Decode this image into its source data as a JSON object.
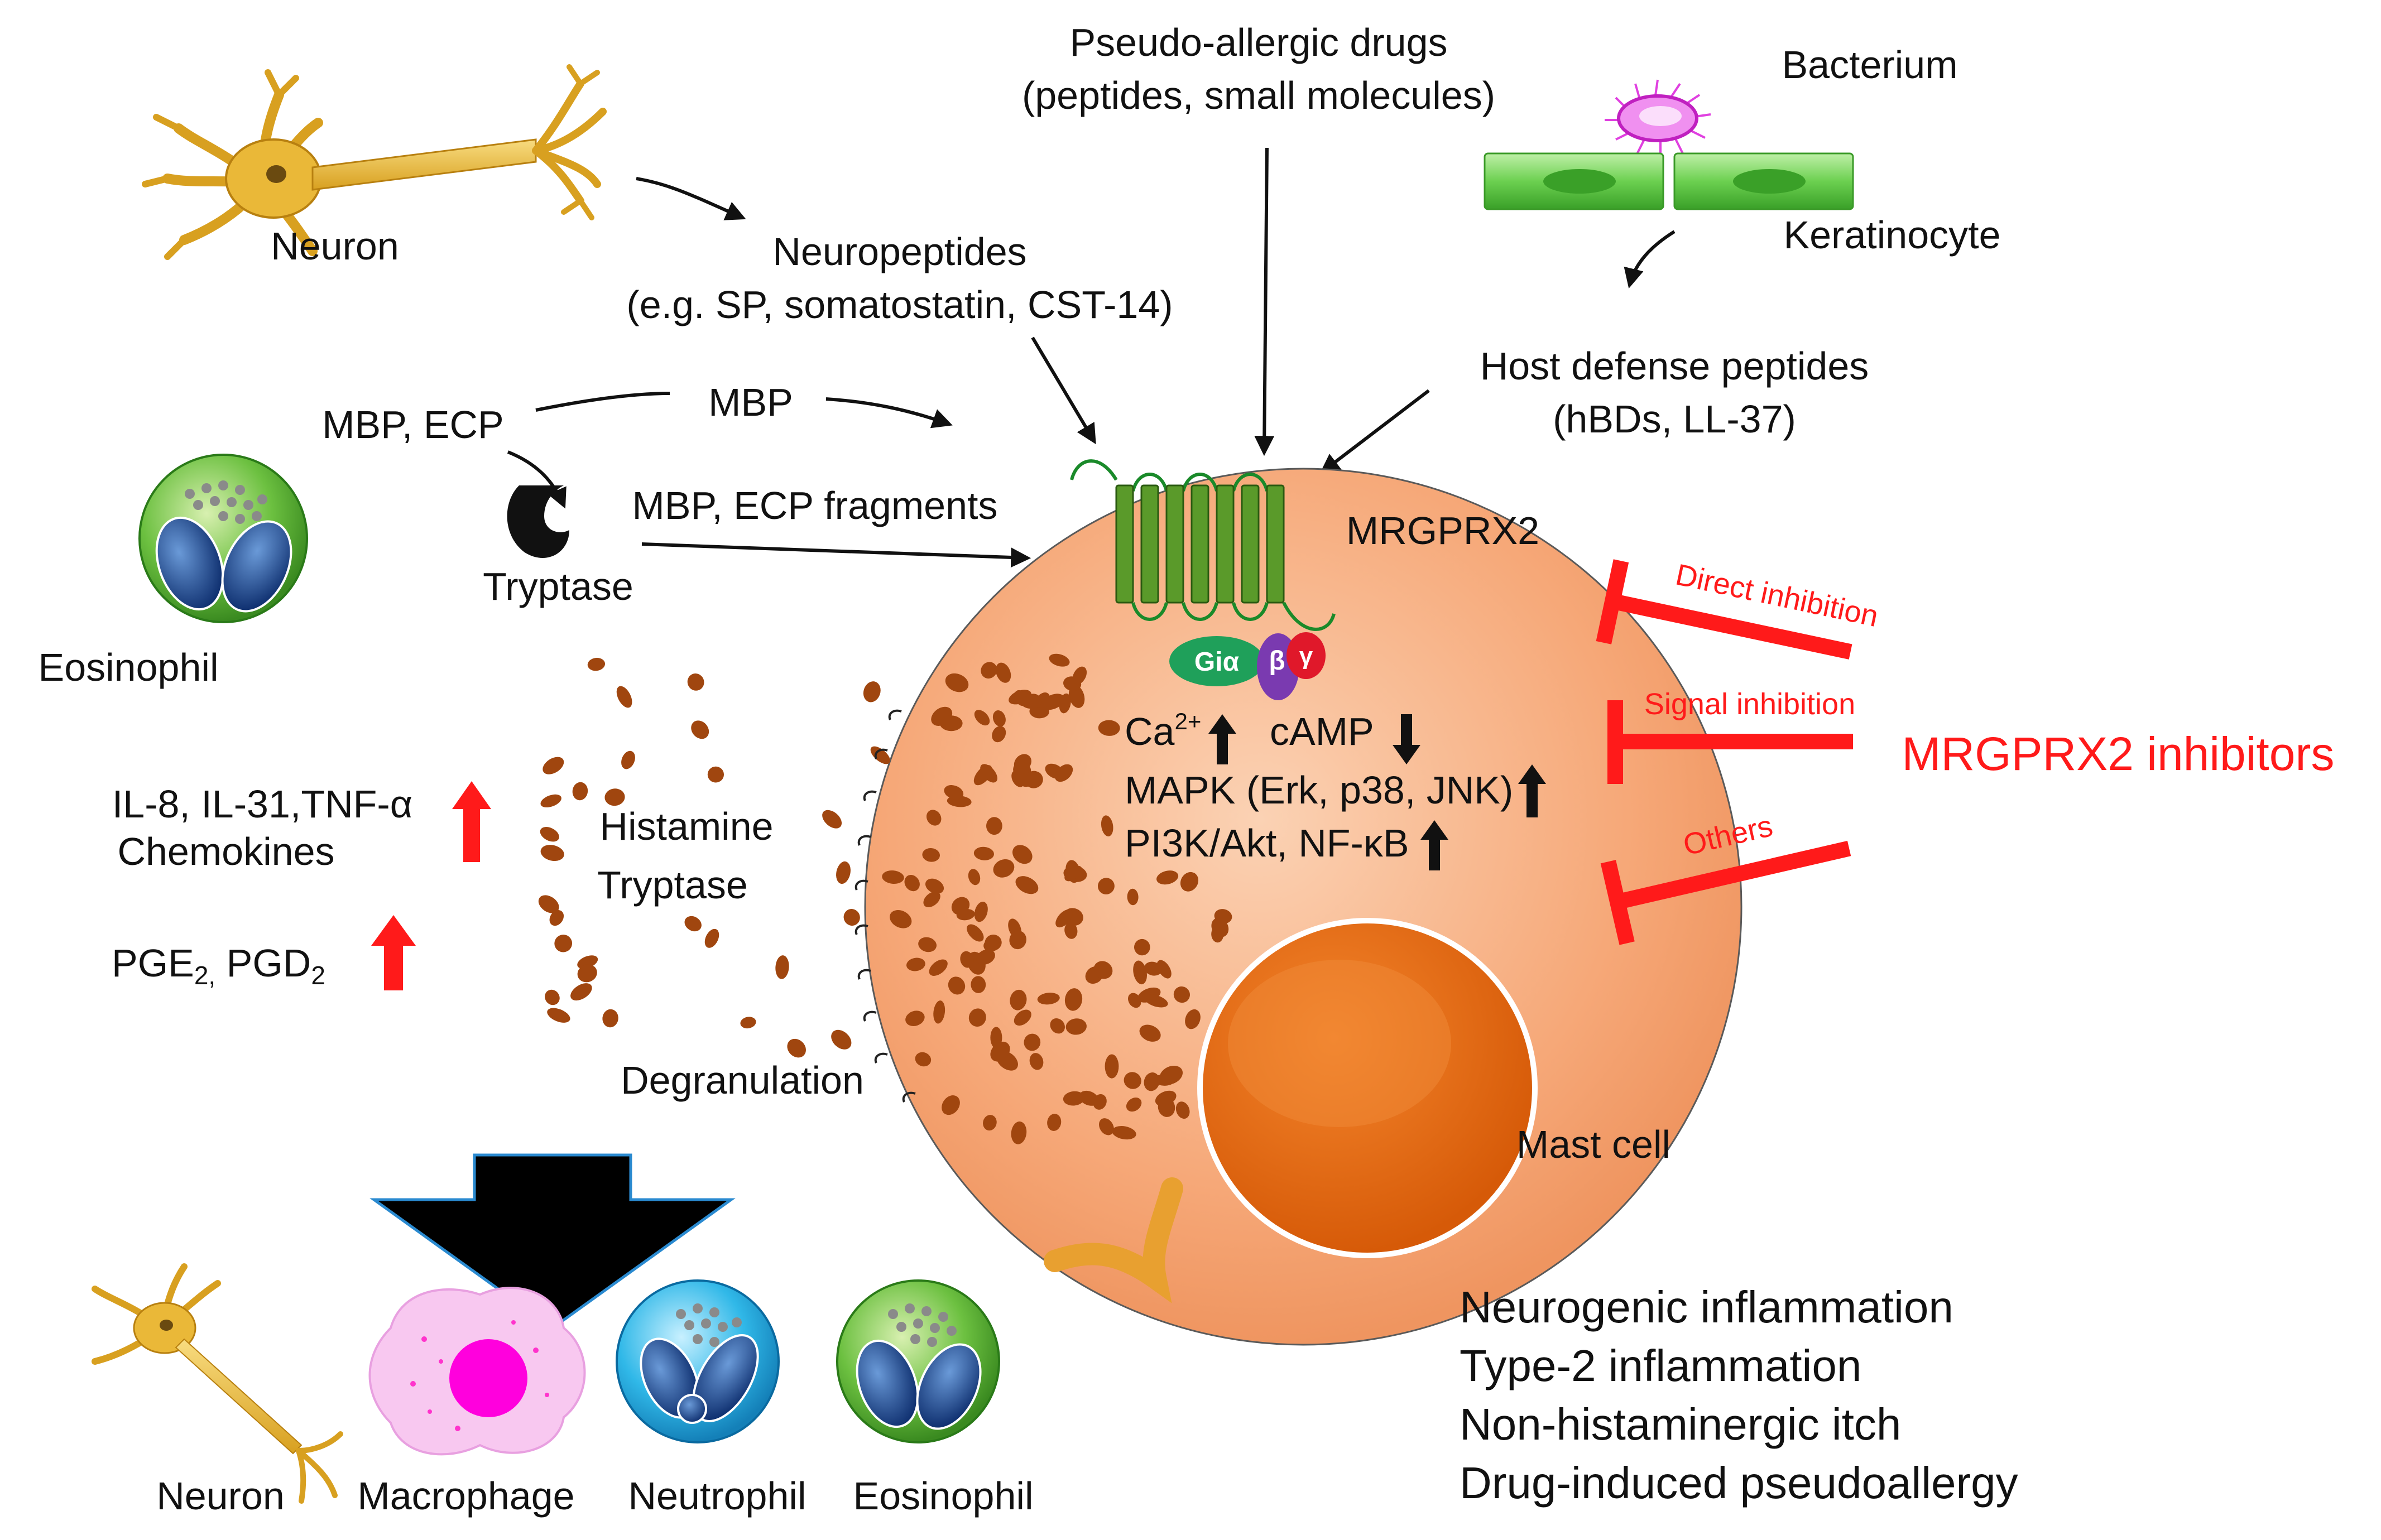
{
  "top": {
    "neuron_label": "Neuron",
    "neuropeptides_line1": "Neuropeptides",
    "neuropeptides_line2": "(e.g. SP, somatostatin, CST-14)",
    "drugs_line1": "Pseudo-allergic drugs",
    "drugs_line2": "(peptides, small molecules)",
    "bacterium_label": "Bacterium",
    "keratinocyte_label": "Keratinocyte",
    "hdp_line1": "Host defense peptides",
    "hdp_line2": "(hBDs, LL-37)"
  },
  "left": {
    "mbp_ecp": "MBP,  ECP",
    "mbp": "MBP",
    "mbp_ecp_fragments": "MBP,  ECP fragments",
    "tryptase_enzyme": "Tryptase",
    "eosinophil_label": "Eosinophil",
    "cytokines_line1": "IL-8, IL-31,TNF-α",
    "cytokines_line2": "Chemokines",
    "pge2": "PGE",
    "pge2_sub": "2,",
    "pgd2": " PGD",
    "pgd2_sub": "2",
    "histamine": "Histamine",
    "tryptase_release": "Tryptase",
    "degranulation": "Degranulation"
  },
  "cell": {
    "receptor_label": "MRGPRX2",
    "gialpha": "Giα",
    "beta": "β",
    "gamma": "γ",
    "ca": "Ca",
    "ca_sup": "2+",
    "camp": "cAMP",
    "mapk": "MAPK (Erk, p38, JNK)",
    "pi3k": "PI3K/Akt, NF-κB",
    "mast_cell_label": "Mast cell"
  },
  "inhibitors": {
    "direct": "Direct inhibition",
    "signal": "Signal inhibition",
    "others": "Others",
    "title": "MRGPRX2 inhibitors"
  },
  "bottom": {
    "neuron": "Neuron",
    "macrophage": "Macrophage",
    "neutrophil": "Neutrophil",
    "eosinophil": "Eosinophil"
  },
  "outcomes": {
    "items": [
      "Neurogenic  inflammation",
      "Type-2  inflammation",
      "Non-histaminergic  itch",
      "Drug-induced  pseudoallergy"
    ]
  },
  "colors": {
    "inhibitor_red": "#ff1a1a",
    "mast_cell": "#f6a878",
    "nucleus": "#e8640e",
    "receptor": "#4a8a2a",
    "granule": "#a0460f",
    "neuron": "#e8b830",
    "keratinocyte": "#66cc44",
    "gialpha": "#1fa05a",
    "beta": "#7a3ab0",
    "gamma": "#e0182a"
  }
}
